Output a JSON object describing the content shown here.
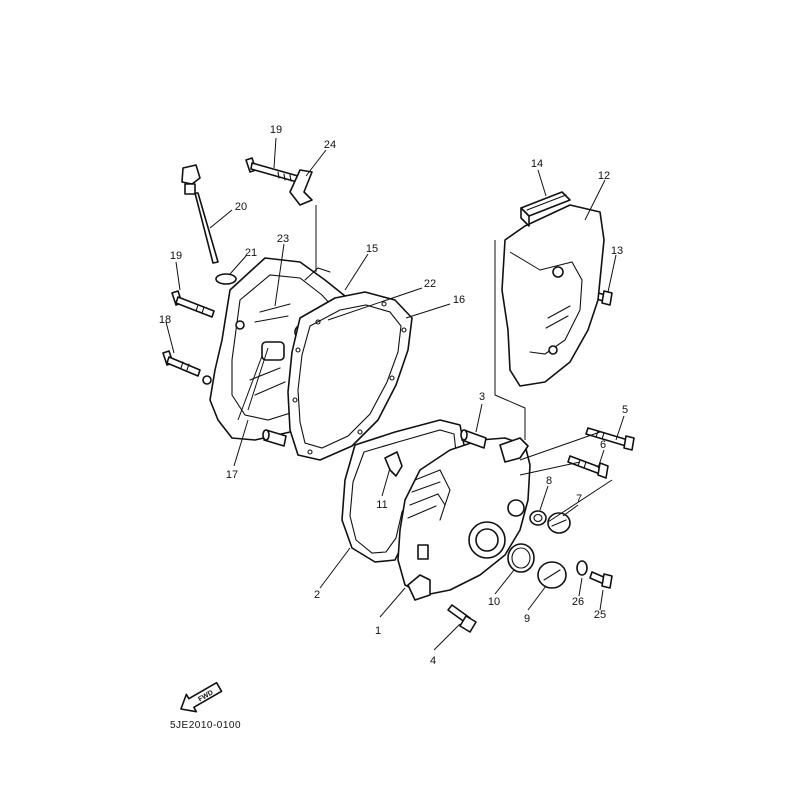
{
  "callouts": [
    {
      "id": "1",
      "label": "1"
    },
    {
      "id": "2",
      "label": "2"
    },
    {
      "id": "3",
      "label": "3"
    },
    {
      "id": "4",
      "label": "4"
    },
    {
      "id": "5",
      "label": "5"
    },
    {
      "id": "6",
      "label": "6"
    },
    {
      "id": "7",
      "label": "7"
    },
    {
      "id": "8",
      "label": "8"
    },
    {
      "id": "9",
      "label": "9"
    },
    {
      "id": "10",
      "label": "10"
    },
    {
      "id": "11",
      "label": "11"
    },
    {
      "id": "12",
      "label": "12"
    },
    {
      "id": "13",
      "label": "13"
    },
    {
      "id": "14",
      "label": "14"
    },
    {
      "id": "15",
      "label": "15"
    },
    {
      "id": "16",
      "label": "16"
    },
    {
      "id": "17",
      "label": "17"
    },
    {
      "id": "18",
      "label": "18"
    },
    {
      "id": "19a",
      "label": "19"
    },
    {
      "id": "19b",
      "label": "19"
    },
    {
      "id": "20",
      "label": "20"
    },
    {
      "id": "21",
      "label": "21"
    },
    {
      "id": "22",
      "label": "22"
    },
    {
      "id": "23",
      "label": "23"
    },
    {
      "id": "24",
      "label": "24"
    },
    {
      "id": "25",
      "label": "25"
    },
    {
      "id": "26",
      "label": "26"
    }
  ],
  "fwd_arrow": {
    "label": "FWD"
  },
  "diagram_code": "5JE2010-0100"
}
